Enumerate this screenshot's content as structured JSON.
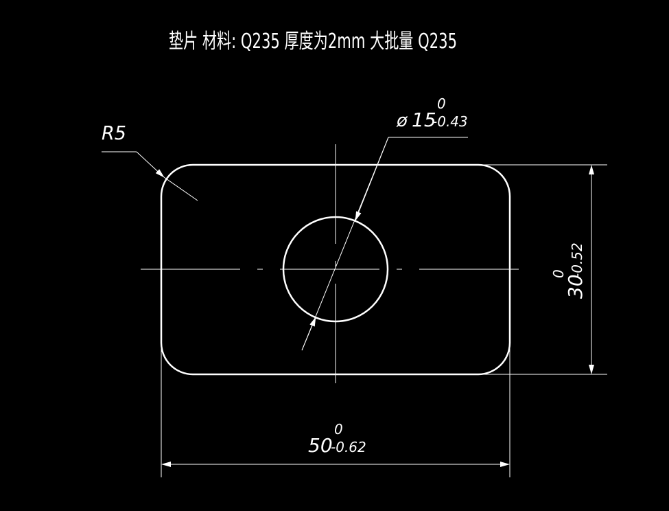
{
  "title": "垫片  材料: Q235  厚度为2mm 大批量 Q235",
  "part": {
    "name": "垫片",
    "material_label": "材料:",
    "material": "Q235",
    "thickness": "厚度为2mm",
    "batch": "大批量 Q235"
  },
  "dimensions": {
    "corner_radius": {
      "label": "R5"
    },
    "hole_diameter": {
      "symbol": "ø",
      "nominal": "15",
      "upper_tolerance": "0",
      "lower_tolerance": "-0.43"
    },
    "height": {
      "nominal": "30",
      "upper_tolerance": "0",
      "lower_tolerance": "-0.52"
    },
    "width": {
      "nominal": "50",
      "upper_tolerance": "0",
      "lower_tolerance": "-0.62"
    }
  },
  "colors": {
    "background": "#000000",
    "lines": "#ffffff"
  }
}
